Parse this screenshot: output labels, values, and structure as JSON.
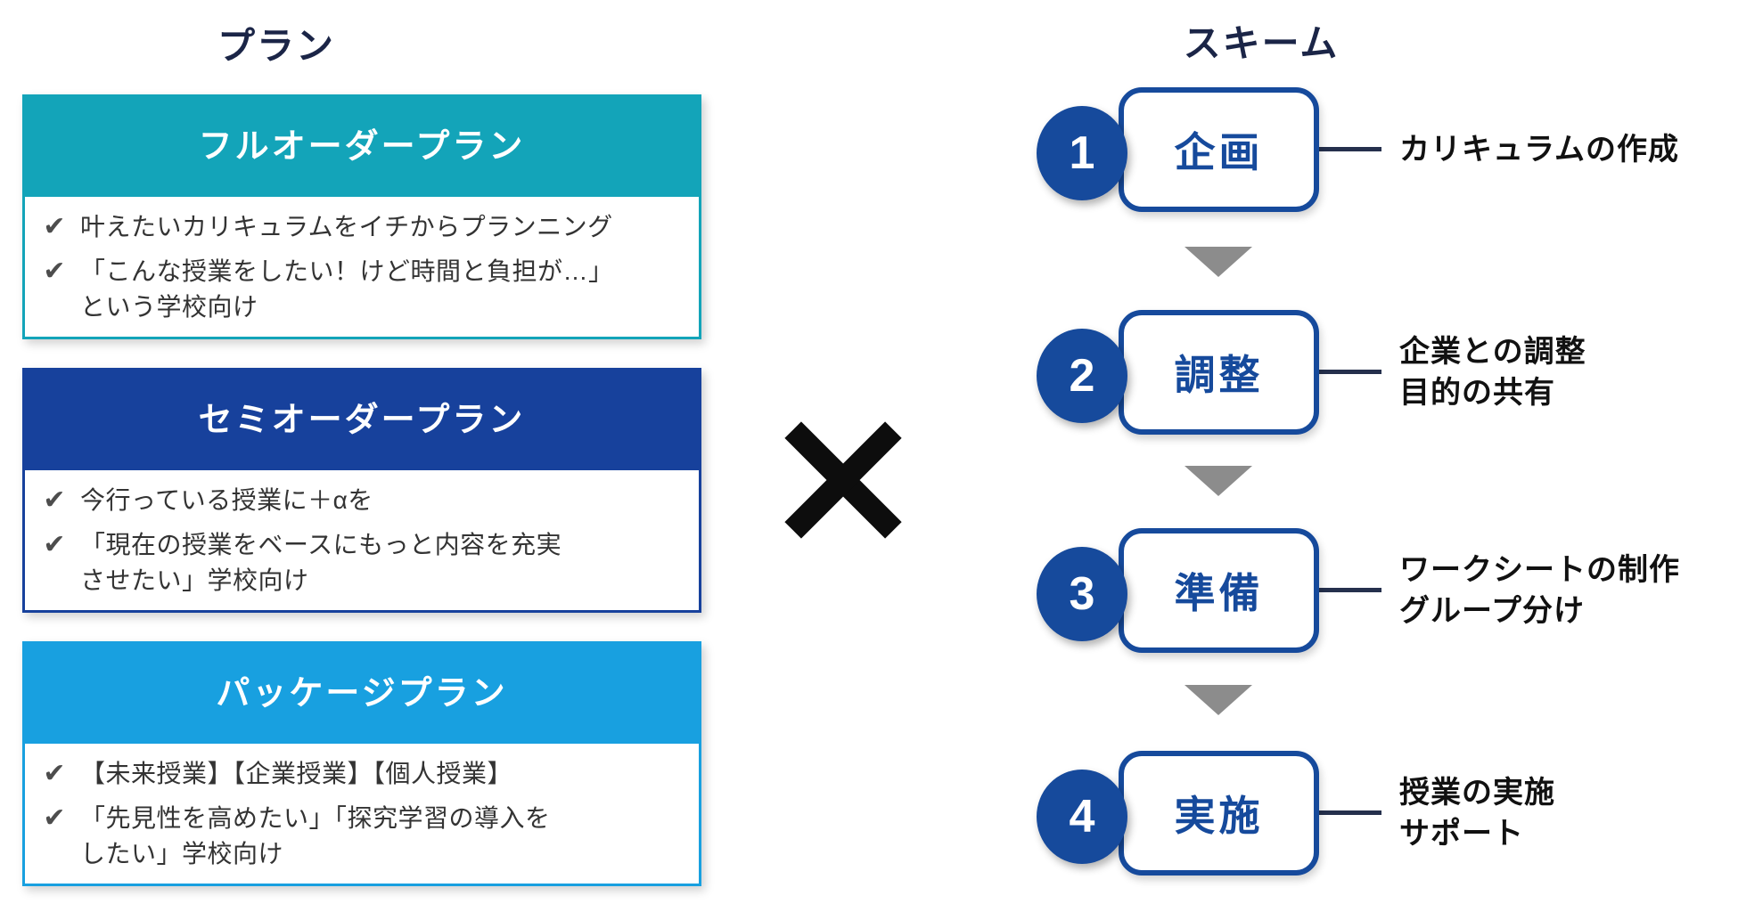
{
  "left": {
    "title": "プラン",
    "check_glyph": "✔",
    "plans": [
      {
        "name": "フルオーダープラン",
        "accent": "#13a4b9",
        "items": [
          {
            "lines": [
              "叶えたいカリキュラムをイチからプランニング",
              ""
            ]
          },
          {
            "lines": [
              "「こんな授業をしたい！けど時間と負担が…」",
              "という学校向け"
            ]
          }
        ]
      },
      {
        "name": "セミオーダープラン",
        "accent": "#17419c",
        "items": [
          {
            "lines": [
              "今行っている授業に＋αを",
              ""
            ]
          },
          {
            "lines": [
              "「現在の授業をベースにもっと内容を充実",
              "させたい」学校向け"
            ]
          }
        ]
      },
      {
        "name": "パッケージプラン",
        "accent": "#18a0e0",
        "items": [
          {
            "lines": [
              "【未来授業】【企業授業】【個人授業】",
              ""
            ]
          },
          {
            "lines": [
              "「先見性を高めたい」「探究学習の導入を",
              "したい」学校向け"
            ]
          }
        ]
      }
    ]
  },
  "center": {
    "multiply_symbol": "×"
  },
  "right": {
    "title": "スキーム",
    "steps": [
      {
        "number": "1",
        "label": "企画",
        "description_lines": [
          "カリキュラムの作成",
          ""
        ]
      },
      {
        "number": "2",
        "label": "調整",
        "description_lines": [
          "企業との調整",
          "目的の共有"
        ]
      },
      {
        "number": "3",
        "label": "準備",
        "description_lines": [
          "ワークシートの制作",
          "グループ分け"
        ]
      },
      {
        "number": "4",
        "label": "実施",
        "description_lines": [
          "授業の実施",
          "サポート"
        ]
      }
    ]
  },
  "colors": {
    "navy_text": "#1b2547",
    "teal": "#13a4b9",
    "royal_blue": "#17419c",
    "sky_blue": "#18a0e0",
    "step_blue": "#164a9c",
    "connector": "#25304d",
    "triangle_gray": "#8c8c8c",
    "body_text": "#333333",
    "check_gray": "#4d4d4d",
    "multiply_black": "#0d0d0d"
  }
}
